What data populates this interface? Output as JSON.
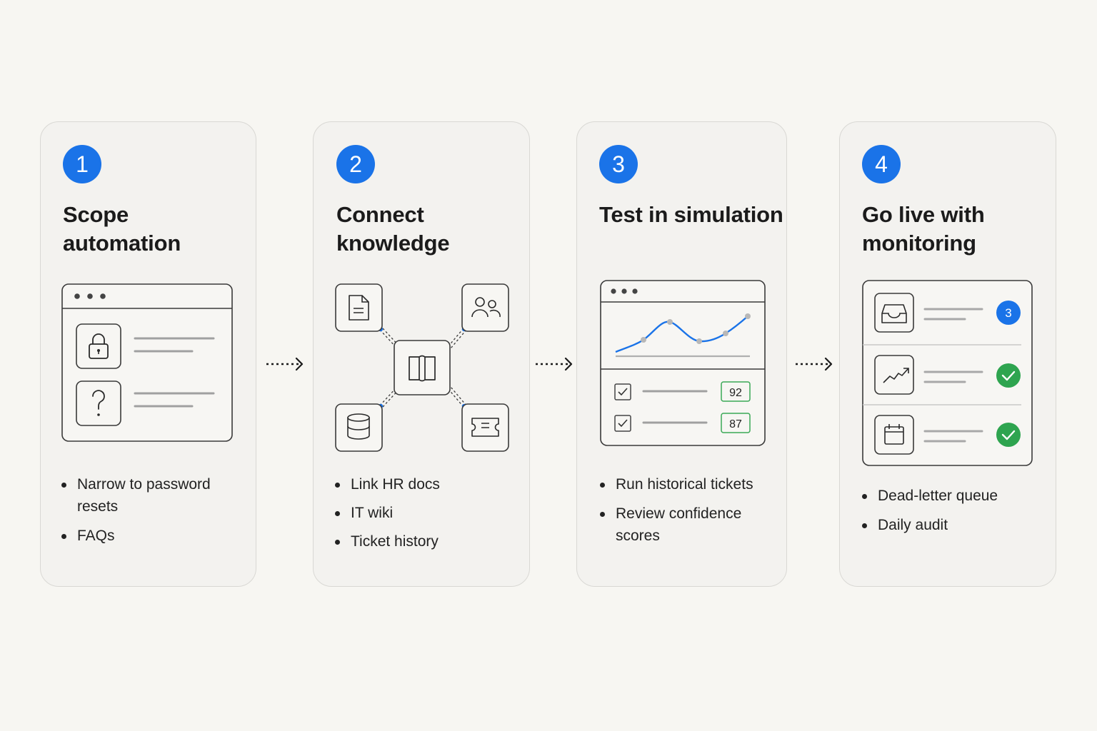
{
  "steps": [
    {
      "number": "1",
      "title": "Scope automation",
      "bullets": [
        "Narrow to password resets",
        "FAQs"
      ]
    },
    {
      "number": "2",
      "title": "Connect knowledge",
      "bullets": [
        "Link HR docs",
        "IT wiki",
        "Ticket history"
      ]
    },
    {
      "number": "3",
      "title": "Test in simulation",
      "bullets": [
        "Run historical tickets",
        "Review confidence scores"
      ],
      "scores": [
        "92",
        "87"
      ]
    },
    {
      "number": "4",
      "title": "Go live with monitoring",
      "bullets": [
        "Dead-letter queue",
        "Daily audit"
      ],
      "queue_count": "3"
    }
  ],
  "colors": {
    "accent": "#1a73e8",
    "success": "#2ea44f",
    "card_bg": "#f3f2ef",
    "page_bg": "#f7f6f2"
  },
  "icons": {
    "step1": [
      "lock-icon",
      "question-icon"
    ],
    "step2": [
      "document-icon",
      "people-icon",
      "book-icon",
      "database-icon",
      "ticket-icon"
    ],
    "step3": [
      "line-chart",
      "checkbox-icon"
    ],
    "step4": [
      "inbox-icon",
      "trend-icon",
      "calendar-icon",
      "check-circle-icon"
    ]
  }
}
